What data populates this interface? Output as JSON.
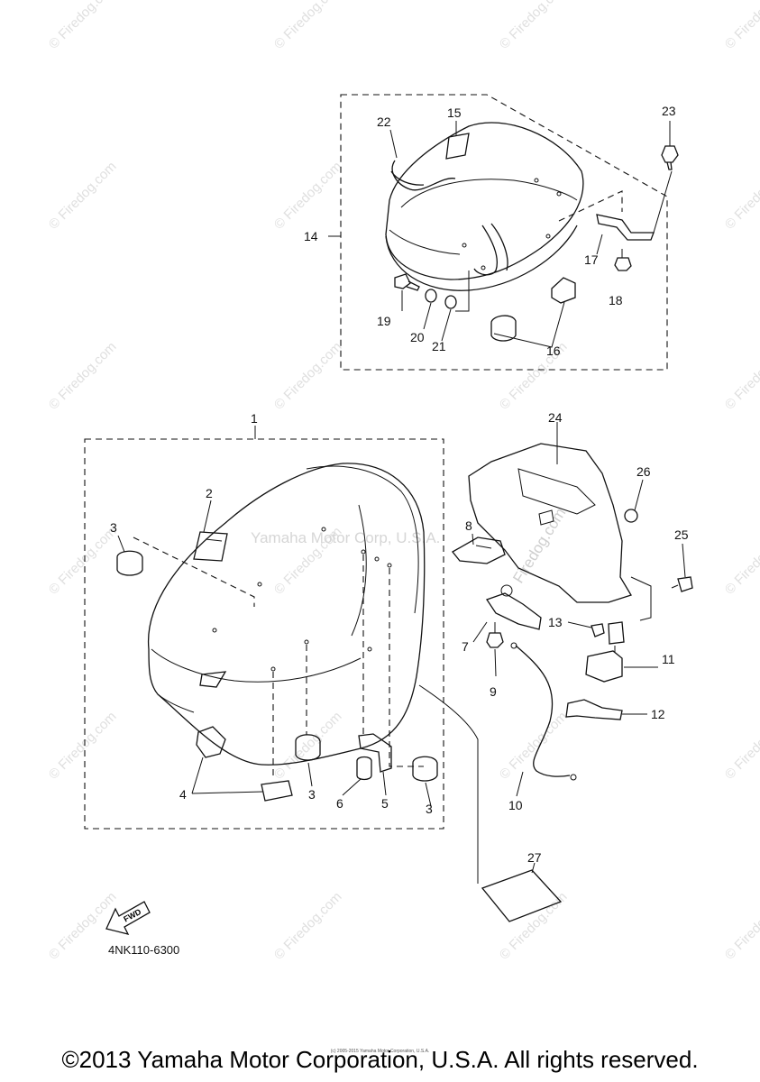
{
  "callouts": [
    "1",
    "2",
    "3",
    "4",
    "5",
    "6",
    "7",
    "8",
    "9",
    "10",
    "11",
    "12",
    "13",
    "14",
    "15",
    "16",
    "17",
    "18",
    "19",
    "20",
    "21",
    "22",
    "23",
    "24",
    "25",
    "26",
    "27"
  ],
  "drawing_code": "4NK110-6300",
  "fwd_label": "FWD",
  "watermark": {
    "repeat_text": "© Firedog.com",
    "brand_text": "Firedog.com",
    "center_text": "Yamaha Motor Corp, U.S.A."
  },
  "footer": {
    "copyright": "©2013 Yamaha Motor Corporation, U.S.A. All rights reserved.",
    "small_print": "(c) 2005-2015 Yamaha Motor Corporation, U.S.A."
  }
}
